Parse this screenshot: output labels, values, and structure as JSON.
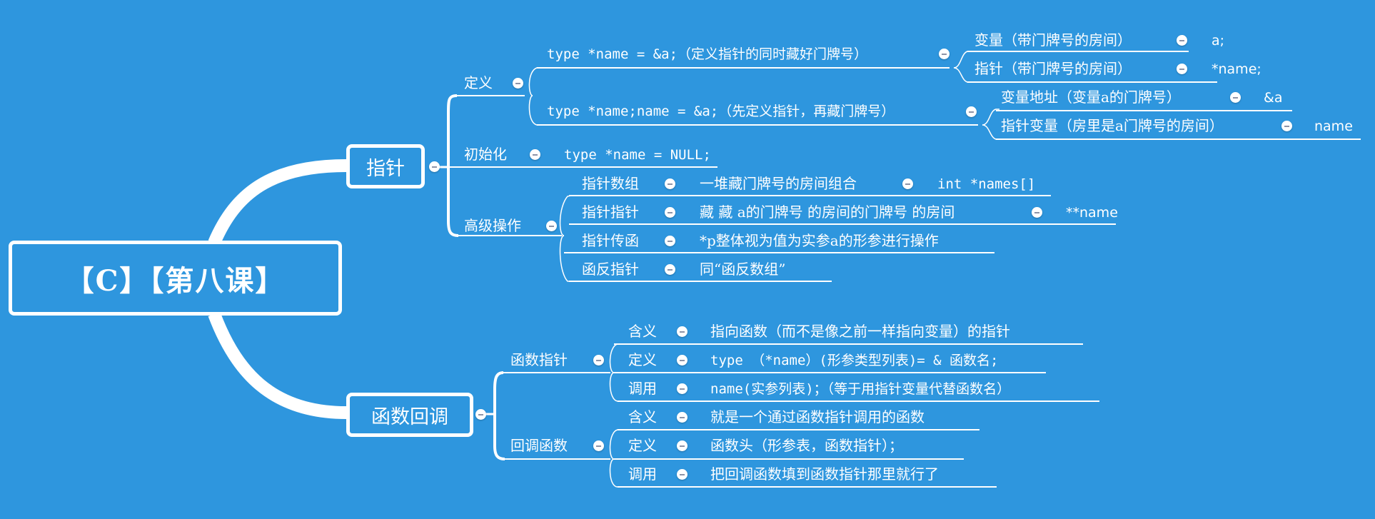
{
  "root": {
    "title": "【C】【第八课】"
  },
  "branches": [
    {
      "label": "指针",
      "children": [
        {
          "label": "定义",
          "children": [
            {
              "label": "type *name = &a;（定义指针的同时藏好门牌号）",
              "children": [
                {
                  "label": "变量（带门牌号的房间）",
                  "value": "a;"
                },
                {
                  "label": "指针（带门牌号的房间）",
                  "value": "*name;"
                }
              ]
            },
            {
              "label": "type *name;name = &a;（先定义指针，再藏门牌号）",
              "children": [
                {
                  "label": "变量地址（变量a的门牌号）",
                  "value": "&a"
                },
                {
                  "label": "指针变量（房里是a门牌号的房间）",
                  "value": "name"
                }
              ]
            }
          ]
        },
        {
          "label": "初始化",
          "value": "type *name = NULL;"
        },
        {
          "label": "高级操作",
          "children": [
            {
              "label": "指针数组",
              "value": "一堆藏门牌号的房间组合",
              "extra": "int *names[]"
            },
            {
              "label": "指针指针",
              "value": "藏 藏 a的门牌号 的房间的门牌号 的房间",
              "extra": "**name"
            },
            {
              "label": "指针传函",
              "value": "*p整体视为值为实参a的形参进行操作"
            },
            {
              "label": "函反指针",
              "value": "同“函反数组”"
            }
          ]
        }
      ]
    },
    {
      "label": "函数回调",
      "children": [
        {
          "label": "函数指针",
          "children": [
            {
              "label": "含义",
              "value": "指向函数（而不是像之前一样指向变量）的指针"
            },
            {
              "label": "定义",
              "value": "type （*name）(形参类型列表)= & 函数名;"
            },
            {
              "label": "调用",
              "value": "name(实参列表)；（等于用指针变量代替函数名）"
            }
          ]
        },
        {
          "label": "回调函数",
          "children": [
            {
              "label": "含义",
              "value": "就是一个通过函数指针调用的函数"
            },
            {
              "label": "定义",
              "value": "函数头（形参表，函数指针）；"
            },
            {
              "label": "调用",
              "value": "把回调函数填到函数指针那里就行了"
            }
          ]
        }
      ]
    }
  ],
  "icons": {
    "collapse": "minus-circle-icon"
  },
  "colors": {
    "background": "#2e96de",
    "line": "#ffffff",
    "toggle_mark": "#8d94a8"
  }
}
